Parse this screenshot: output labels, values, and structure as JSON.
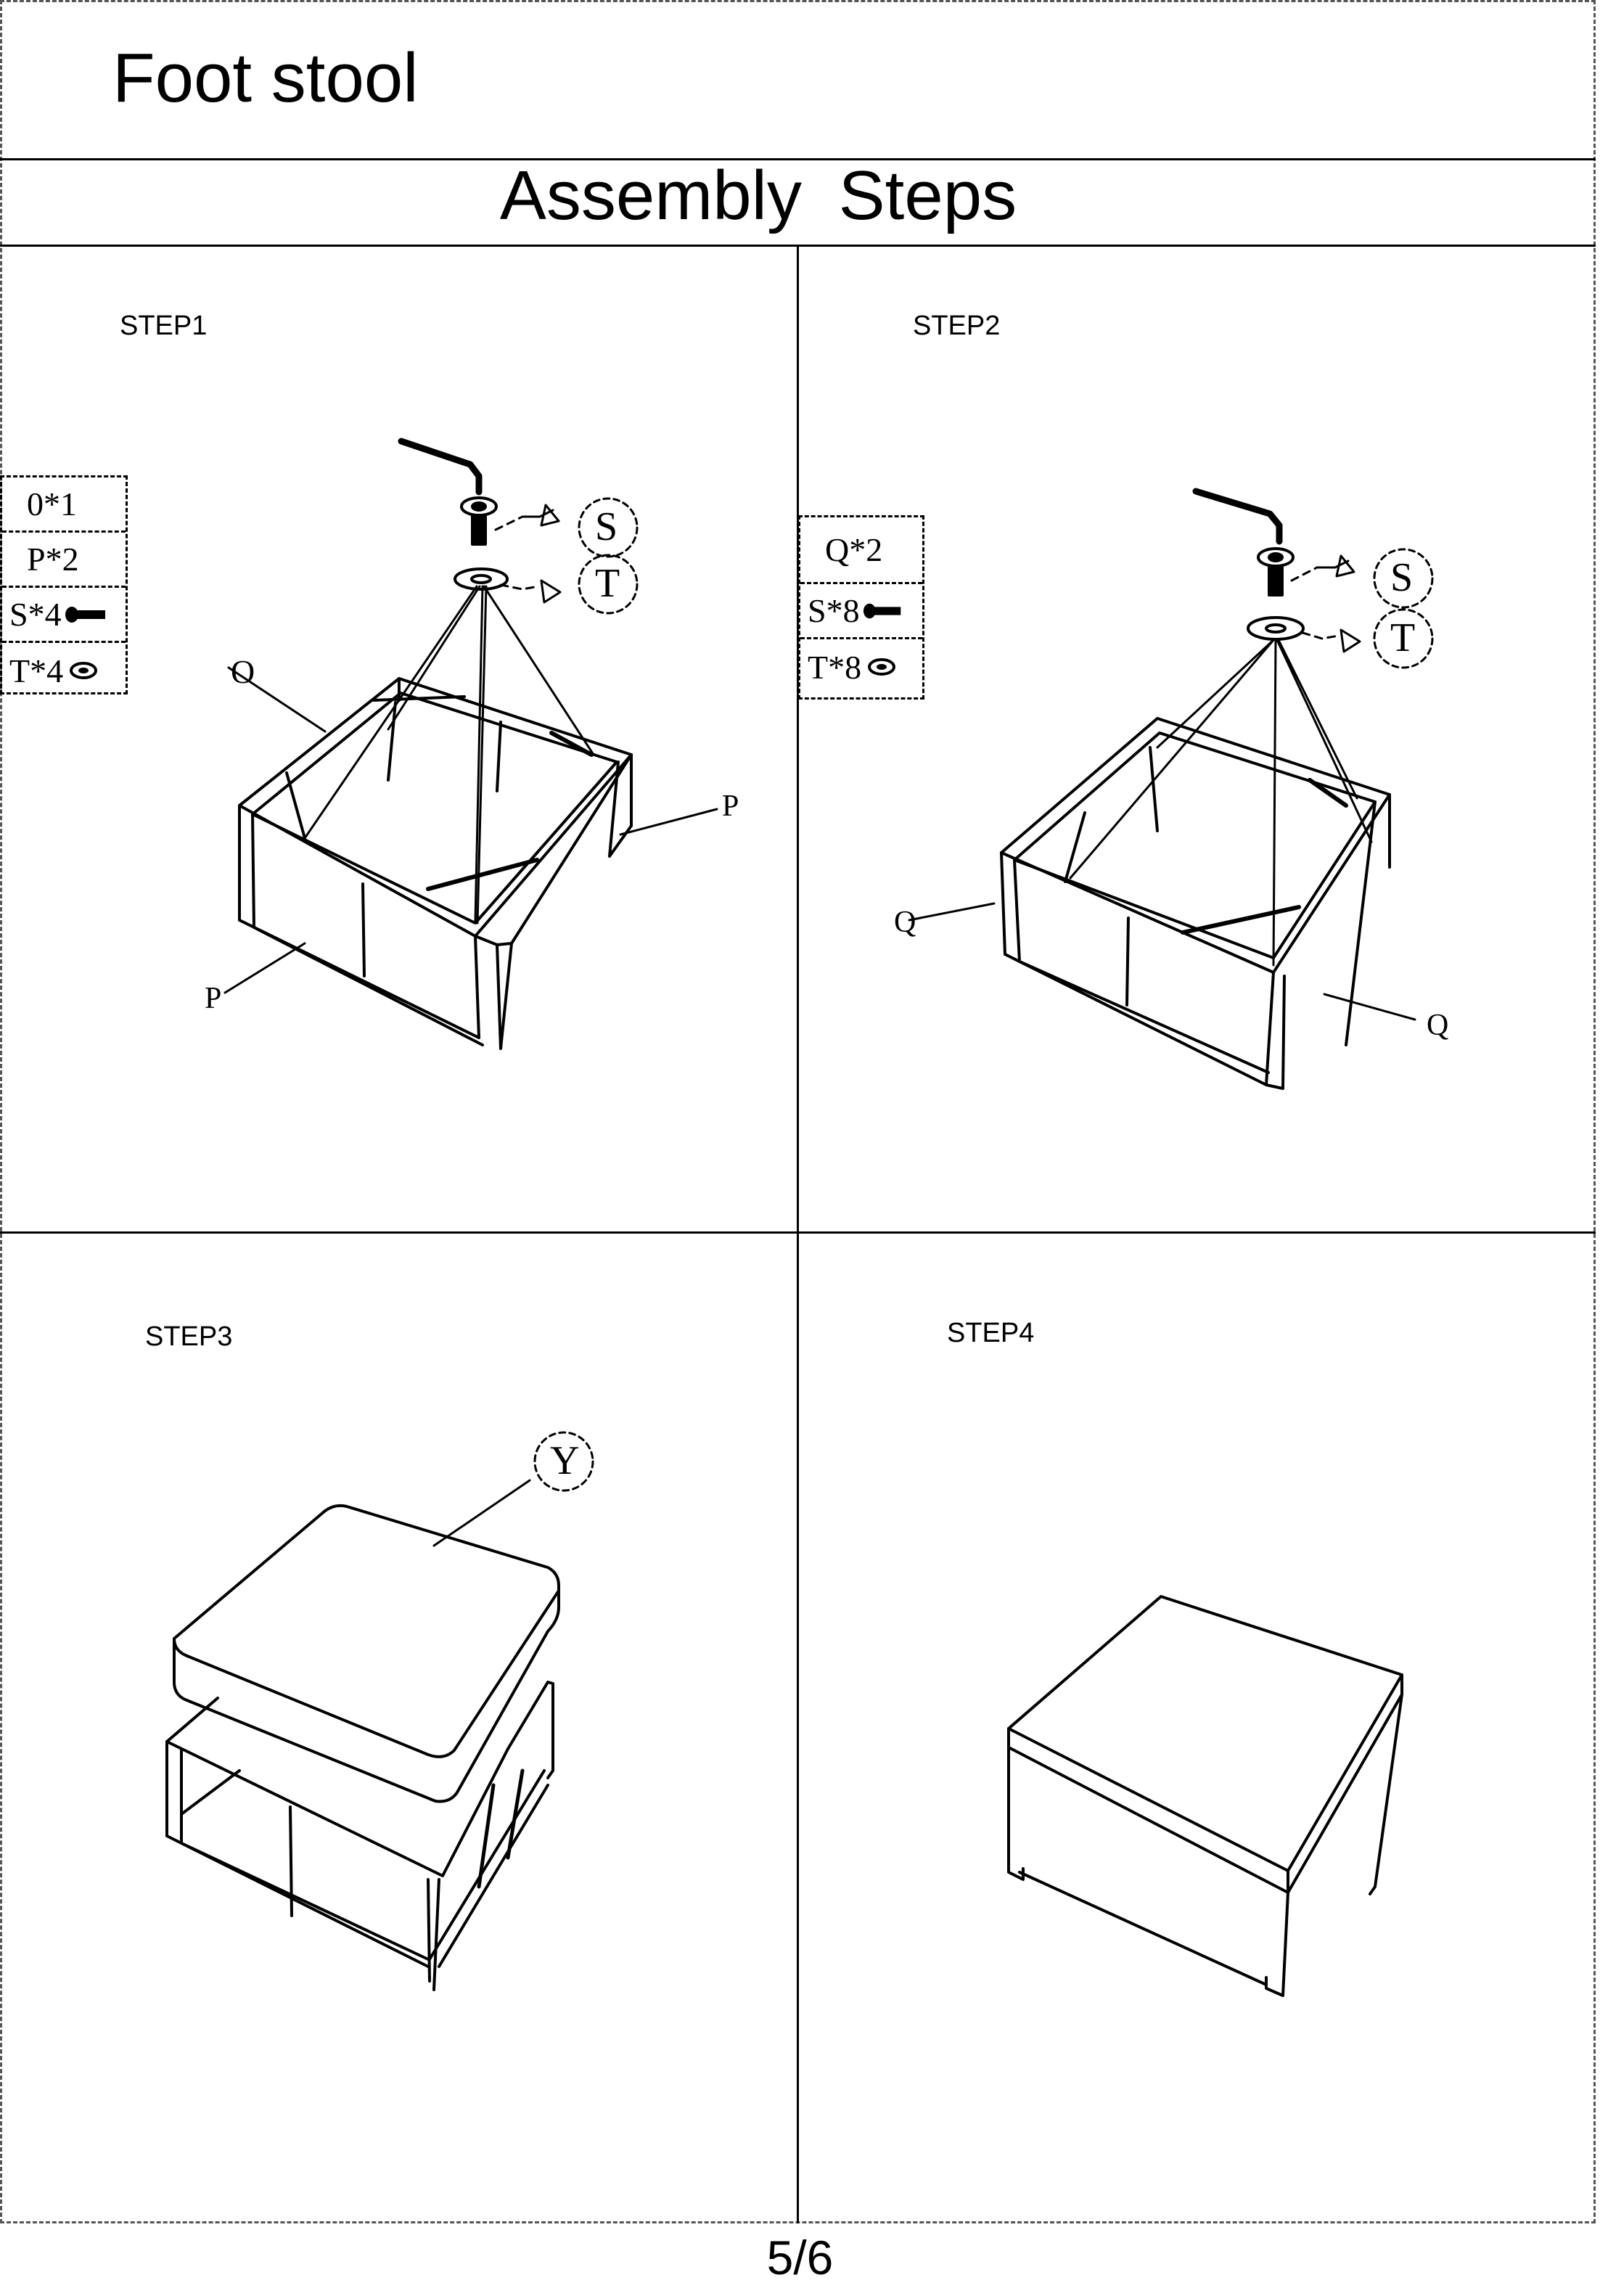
{
  "header": {
    "title": "Foot stool",
    "subtitle": "Assembly  Steps"
  },
  "steps": [
    {
      "label": "STEP1",
      "parts": [
        "0*1",
        "P*2",
        "S*4",
        "T*4"
      ],
      "callouts": {
        "o": "O",
        "p_right": "P",
        "p_left": "P",
        "s": "S",
        "t": "T"
      }
    },
    {
      "label": "STEP2",
      "parts": [
        "Q*2",
        "S*8",
        "T*8"
      ],
      "callouts": {
        "q_left": "Q",
        "q_right": "Q",
        "s": "S",
        "t": "T"
      }
    },
    {
      "label": "STEP3",
      "callouts": {
        "y": "Y"
      }
    },
    {
      "label": "STEP4"
    }
  ],
  "footer": {
    "page": "5/6"
  },
  "icons": [
    "screw-icon",
    "washer-icon",
    "allen-key-icon"
  ]
}
